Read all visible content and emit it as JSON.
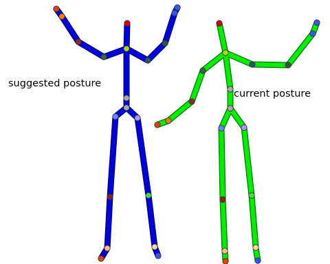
{
  "labels": {
    "suggested": "suggested posture",
    "current": "current posture"
  },
  "figures": [
    {
      "id": "suggested",
      "limb_color": "#0000dd",
      "limb_outline": "#00008a"
    },
    {
      "id": "current",
      "limb_color": "#00ee00",
      "limb_outline": "#007a00"
    }
  ],
  "joint_colors": {
    "head": "#dd0000",
    "neck": "#aadd00",
    "shoulder_left": "#2e6b3a",
    "shoulder_right": "#1e5a6a",
    "elbow_left": "#8a2a2a",
    "elbow_right": "#2a5a3a",
    "wrist": "#ff7a00",
    "hand": "#3355ff",
    "hand_alt": "#dd4400",
    "pelvis": "#aaaaaa",
    "hip_left": "#6688ff",
    "hip_right": "#aa99ee",
    "knee_left": "#882222",
    "knee_right": "#44dd44",
    "ankle": "#ffbb88",
    "ankle_right": "#eedd99"
  }
}
